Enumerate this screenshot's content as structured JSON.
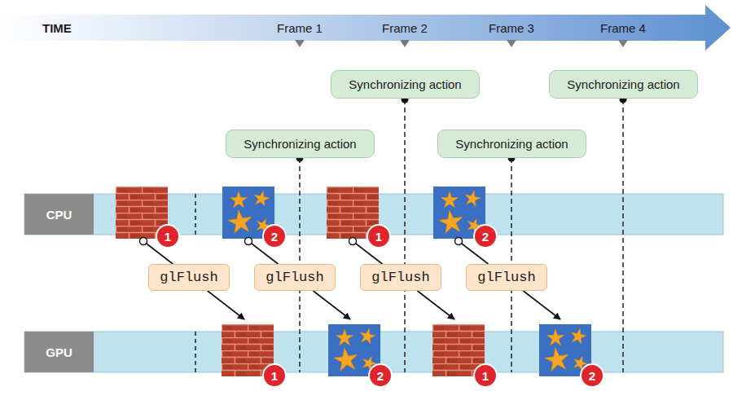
{
  "diagram": {
    "nodes": [
      {
        "text": [
          "Synchronizing action"
        ]
      },
      {
        "text": [
          "Synchronizing action"
        ]
      },
      {
        "text": [
          "Synchronizing action"
        ]
      },
      {
        "text": [
          "Synchronizing action"
        ]
      },
      {
        "text": [
          "CPU"
        ]
      },
      {
        "text": [
          "glFlush"
        ]
      },
      {
        "text": [
          "glFlush"
        ]
      },
      {
        "text": [
          "glFlush"
        ]
      },
      {
        "text": [
          "glFlush"
        ]
      },
      {
        "text": [
          "GPU"
        ]
      }
    ],
    "edges": [
      {
        "from": 4,
        "to": 5,
        "arrow": "none"
      },
      {
        "from": 5,
        "to": 9,
        "arrow": "to"
      },
      {
        "from": 4,
        "to": 6,
        "arrow": "none"
      },
      {
        "from": 6,
        "to": 9,
        "arrow": "to"
      },
      {
        "from": 4,
        "to": 7,
        "arrow": "none"
      },
      {
        "from": 7,
        "to": 9,
        "arrow": "to"
      },
      {
        "from": 4,
        "to": 8,
        "arrow": "none"
      },
      {
        "from": 8,
        "to": 9,
        "arrow": "to"
      }
    ],
    "labels": [
      "TIME",
      "Frame 1",
      "Frame 2",
      "Frame 3",
      "Frame 4",
      "1",
      "2",
      "1",
      "2",
      "1",
      "2",
      "1",
      "2"
    ]
  }
}
